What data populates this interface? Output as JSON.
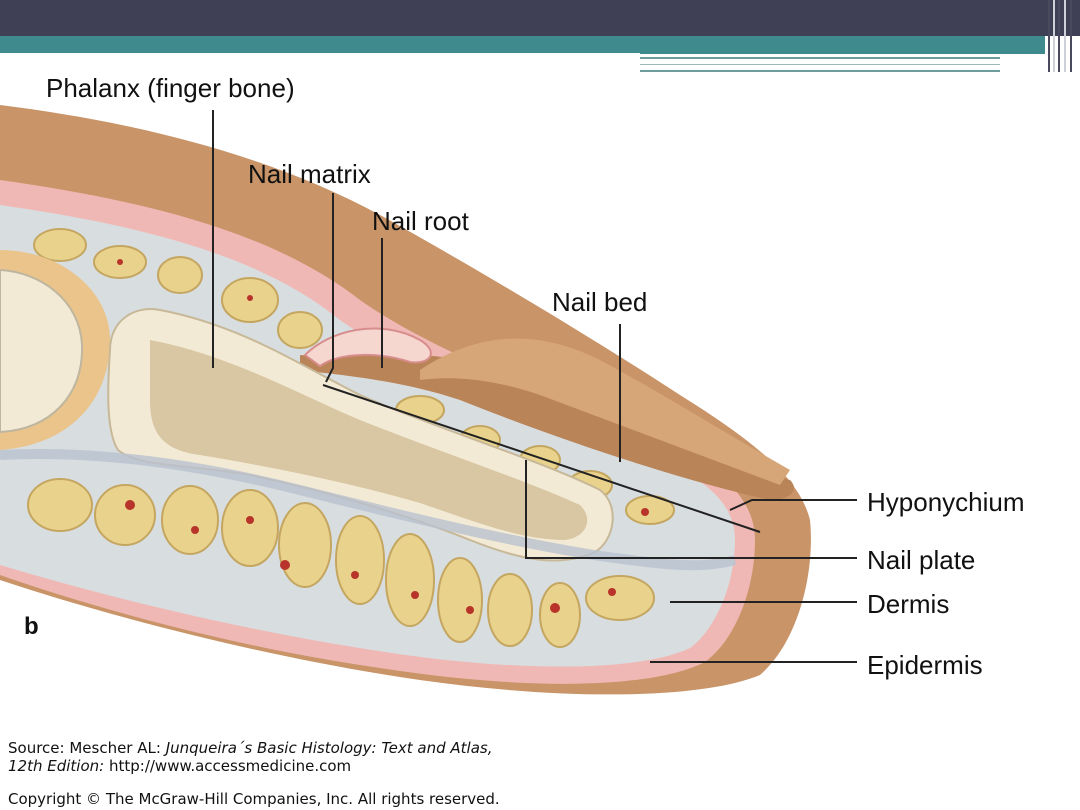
{
  "labels": {
    "phalanx": "Phalanx (finger bone)",
    "nail_matrix": "Nail matrix",
    "nail_root": "Nail root",
    "nail_bed": "Nail bed",
    "hyponychium": "Hyponychium",
    "nail_plate": "Nail plate",
    "dermis": "Dermis",
    "epidermis": "Epidermis"
  },
  "panel_label": "b",
  "source": {
    "prefix": "Source: Mescher AL: ",
    "title_line1": "Junqueira´s Basic Histology: Text and Atlas,",
    "title_line2": "12th Edition:",
    "url": " http://www.accessmedicine.com"
  },
  "copyright": "Copyright © The McGraw-Hill Companies, Inc. All rights reserved.",
  "colors": {
    "header": "#3f3f55",
    "accent": "#3f8a8c",
    "skin": "#c89468",
    "dermis": "#d8dde0",
    "epidermis": "#f0b8b4",
    "fat": "#e9d38c",
    "bone": "#f3ead6"
  }
}
